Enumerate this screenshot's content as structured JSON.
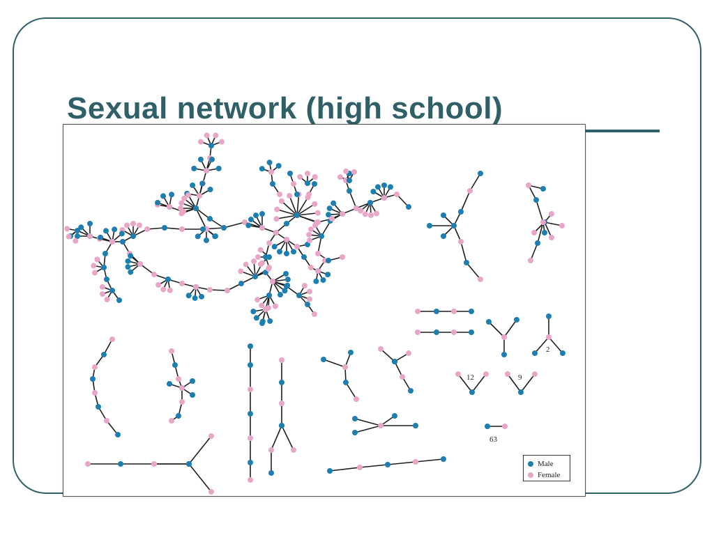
{
  "slide": {
    "title": "Sexual network (high school)"
  },
  "colors": {
    "frame": "#2f6068",
    "title": "#2f6068",
    "male": "#1c7fb0",
    "female": "#e9a7c7"
  },
  "legend": {
    "male_label": "Male",
    "female_label": "Female"
  },
  "network": {
    "component_labels": {
      "c2": "2",
      "c12": "12",
      "c9": "9",
      "c63": "63"
    },
    "node_kinds": [
      "male",
      "female"
    ]
  }
}
